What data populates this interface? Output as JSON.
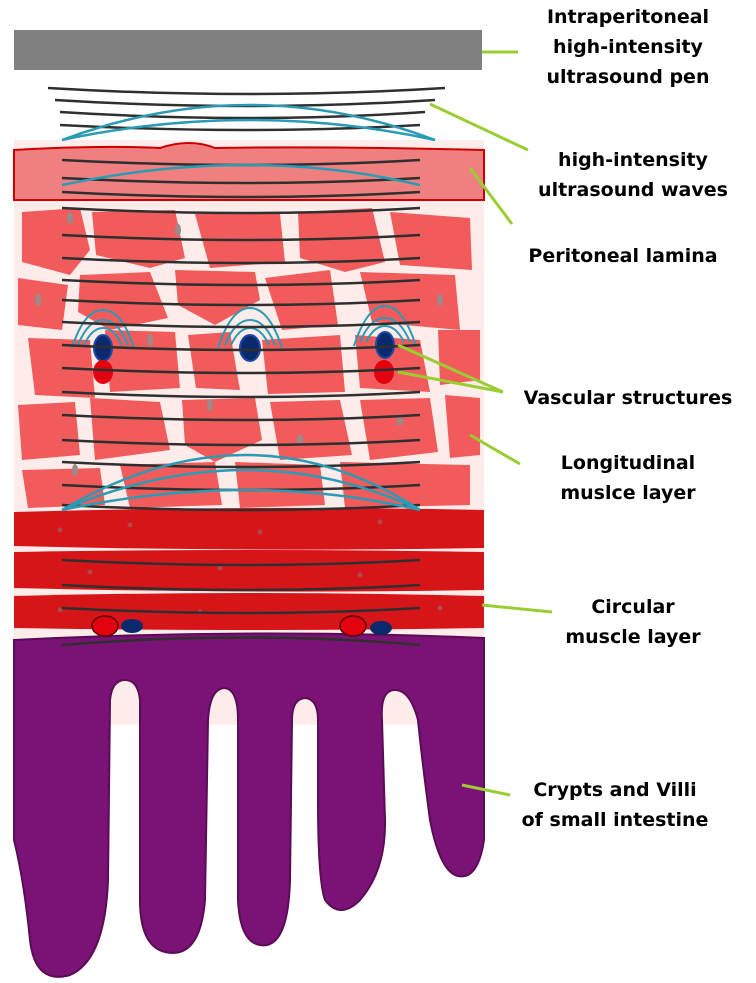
{
  "labels": {
    "pen": [
      "Intraperitoneal",
      "high-intensity",
      "ultrasound pen"
    ],
    "waves": [
      "high-intensity",
      "ultrasound waves"
    ],
    "lamina": [
      "Peritoneal lamina"
    ],
    "vascular": [
      "Vascular structures"
    ],
    "longitudinal": [
      "Longitudinal",
      "muslce layer"
    ],
    "circular": [
      "Circular",
      "muscle layer"
    ],
    "villi": [
      "Crypts and Villi",
      "of small intestine"
    ]
  },
  "colors": {
    "pen": "#808080",
    "lamina": "#f08080",
    "lamina_edge": "#cc0000",
    "muscle_cell": "#f25b5b",
    "interstitium": "#fdecea",
    "circular_muscle": "#d71418",
    "villi": "#7b1275",
    "vein": "#0b2a6e",
    "artery": "#e3000f",
    "wave_line": "#2f2f2f",
    "wave_arc": "#2a9bb5",
    "leader_line": "#9acd32"
  },
  "icons": [
    "vein-icon",
    "artery-icon",
    "sound-arc-icon"
  ]
}
